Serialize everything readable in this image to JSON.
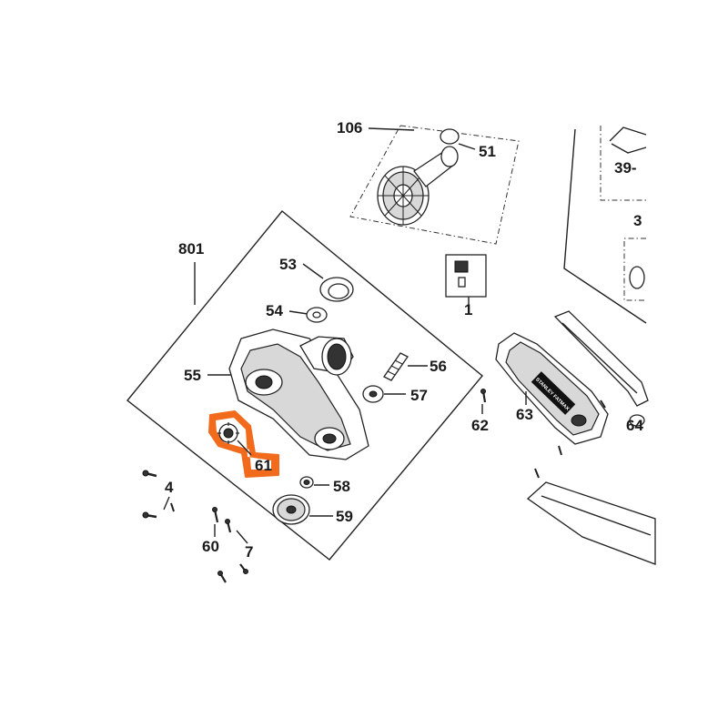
{
  "diagram": {
    "highlight_color": "#f26a1b",
    "line_color": "#222222",
    "callouts": {
      "c106": "106",
      "c51": "51",
      "c39": "39-",
      "c3": "3",
      "c801": "801",
      "c53": "53",
      "c54": "54",
      "c55": "55",
      "c56": "56",
      "c57": "57",
      "c61": "61",
      "c58": "58",
      "c59": "59",
      "c4": "4",
      "c60": "60",
      "c7": "7",
      "c62": "62",
      "c63": "63",
      "c64": "64",
      "c1": "1"
    },
    "highlighted_part": "61",
    "brand_logo_text": "STANLEY FATMAX"
  }
}
